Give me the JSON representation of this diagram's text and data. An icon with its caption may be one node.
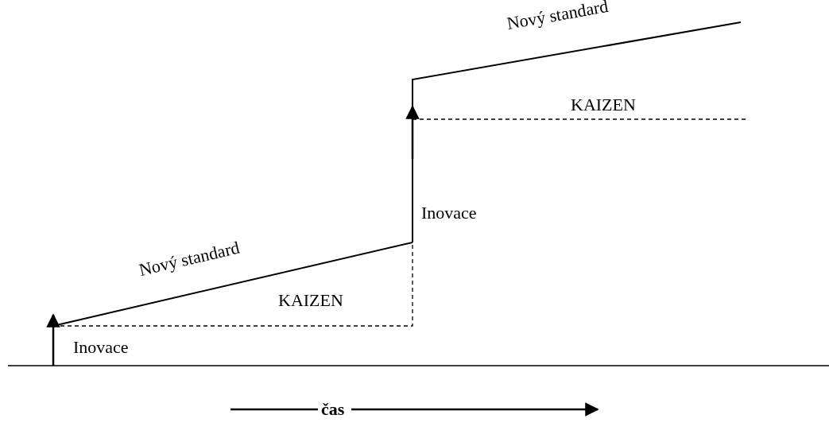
{
  "diagram": {
    "labels": [
      "Nový standard",
      "KAIZEN",
      "Inovace",
      "Nový standard",
      "KAIZEN",
      "Inovace",
      "čas"
    ]
  }
}
